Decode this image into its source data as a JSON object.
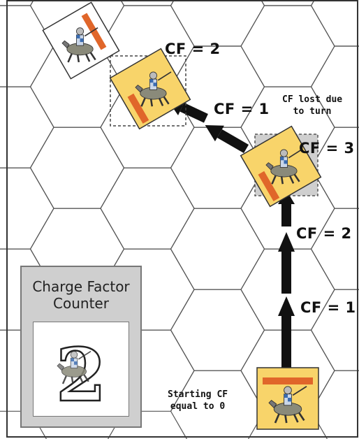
{
  "labels": {
    "cf_top": "CF = 2",
    "cf_mid": "CF = 1",
    "cf_lost_note": "CF lost due\nto turn",
    "cf_right3": "CF = 3",
    "cf_right2": "CF = 2",
    "cf_right1": "CF = 1",
    "start_note": "Starting CF\nequal to 0"
  },
  "panel": {
    "title": "Charge Factor\nCounter",
    "counter_value": "2"
  },
  "icons": {
    "knight_unit": "mounted-knight-icon",
    "enemy_unit": "enemy-knight-icon",
    "move_arrow": "arrow-icon"
  },
  "colors": {
    "counter_fill": "#f8d46a",
    "counter_stripe": "#e0662a",
    "hex_line": "#555555",
    "arrow": "#111111",
    "panel_bg": "#cfcfcf"
  }
}
